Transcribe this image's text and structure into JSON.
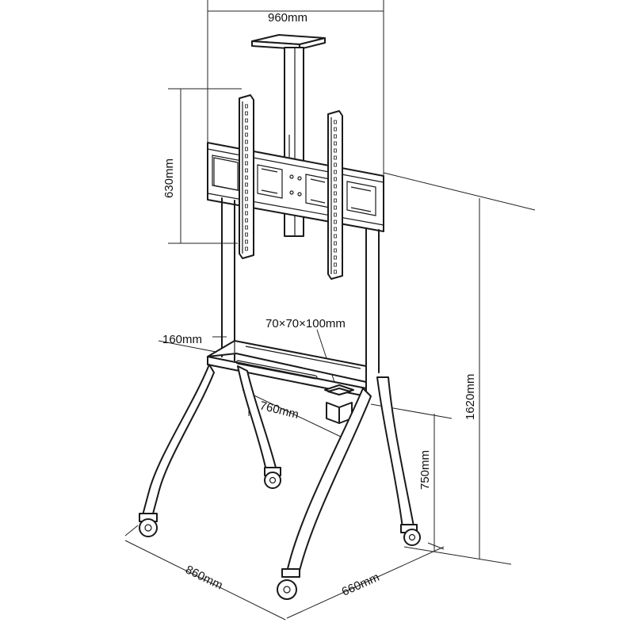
{
  "diagram": {
    "dimensions": {
      "top_width": "960mm",
      "mount_height": "630mm",
      "tray_depth": "160mm",
      "box_size": "70×70×100mm",
      "tray_width": "760mm",
      "total_height": "1620mm",
      "tray_height": "750mm",
      "base_width": "860mm",
      "base_depth": "660mm"
    },
    "colors": {
      "line": "#1a1a1a",
      "background": "#ffffff"
    }
  }
}
